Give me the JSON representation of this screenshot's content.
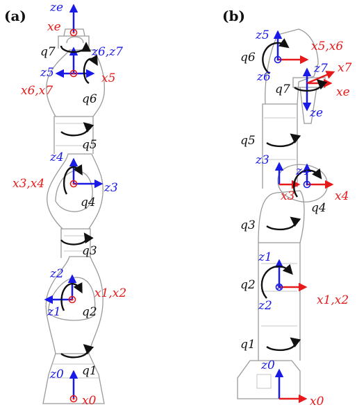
{
  "panels": [
    {
      "id": "a",
      "label": "(a)",
      "joints": [
        "q7",
        "q6",
        "q5",
        "q4",
        "q3",
        "q2",
        "q1"
      ],
      "z_axes": [
        "ze",
        "z6,z7",
        "z5",
        "z4",
        "z3",
        "z2",
        "z1",
        "z0"
      ],
      "x_axes": [
        "xe",
        "x5",
        "x6,x7",
        "x3,x4",
        "x1,x2",
        "x0"
      ]
    },
    {
      "id": "b",
      "label": "(b)",
      "joints": [
        "q6",
        "q7",
        "q5",
        "q4",
        "q3",
        "q2",
        "q1"
      ],
      "z_axes": [
        "z5",
        "z6",
        "z7",
        "ze",
        "z3",
        "z4",
        "z1",
        "z2",
        "z0"
      ],
      "x_axes": [
        "x5,x6",
        "x7",
        "xe",
        "x4",
        "x3",
        "x1,x2",
        "x0"
      ]
    }
  ],
  "colors": {
    "z_axis": "#1a1ae6",
    "x_axis": "#e61a1a",
    "rotation": "#111111",
    "robot_outline": "#9a9a9a"
  }
}
